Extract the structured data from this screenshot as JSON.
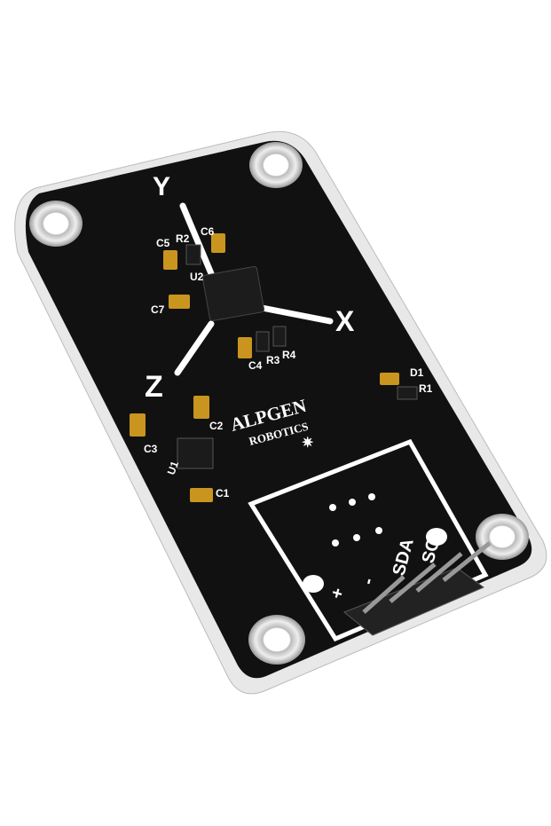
{
  "board": {
    "axes": {
      "y": "Y",
      "x": "X",
      "z": "Z"
    },
    "components": {
      "c5": "C5",
      "r2": "R2",
      "c6": "C6",
      "u2": "U2",
      "c7": "C7",
      "c4": "C4",
      "r3": "R3",
      "r4": "R4",
      "d1": "D1",
      "r1": "R1",
      "c3": "C3",
      "c2": "C2",
      "u1": "U1",
      "c1": "C1"
    },
    "brand": {
      "line1": "ALPGEN",
      "line2": "ROBOTICS"
    },
    "pins": {
      "plus": "+",
      "minus": "-",
      "sda": "SDA",
      "scl": "SCL"
    }
  },
  "colors": {
    "board": "#111111",
    "edge": "#f2f2f2",
    "pad": "#c9951e",
    "silk": "#ffffff"
  }
}
